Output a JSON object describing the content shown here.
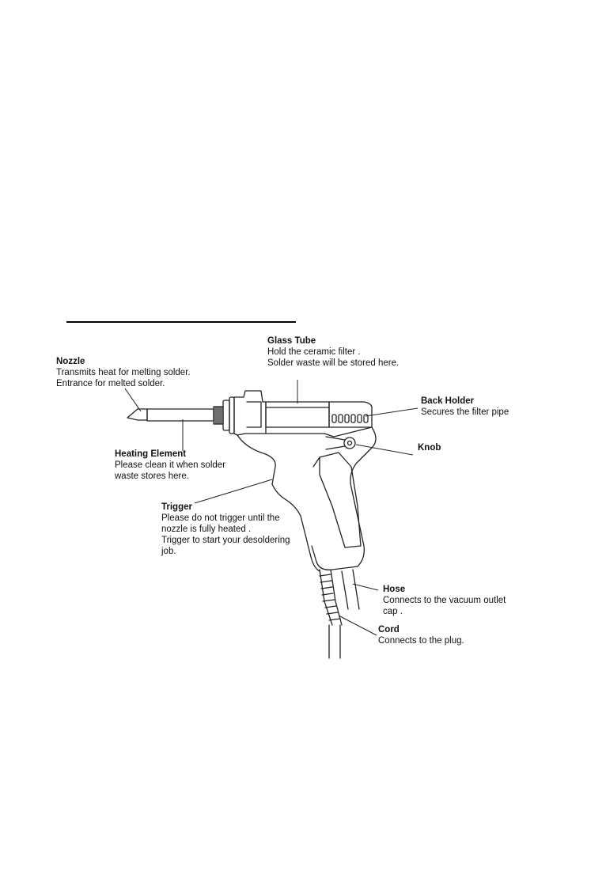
{
  "labels": {
    "glass_tube": {
      "title": "Glass Tube",
      "lines": [
        "Hold the ceramic filter .",
        "Solder waste will be stored here."
      ]
    },
    "nozzle": {
      "title": "Nozzle",
      "lines": [
        "Transmits heat for melting solder.",
        "Entrance for melted solder."
      ]
    },
    "back_holder": {
      "title": "Back Holder",
      "lines": [
        "Secures the filter pipe"
      ]
    },
    "knob": {
      "title": "Knob",
      "lines": []
    },
    "heating_element": {
      "title": "Heating Element",
      "lines": [
        "Please clean it when solder",
        "waste stores here."
      ]
    },
    "trigger": {
      "title": "Trigger",
      "lines": [
        "Please do not trigger until the",
        "nozzle is fully heated .",
        "Trigger to start your desoldering",
        "job."
      ]
    },
    "hose": {
      "title": "Hose",
      "lines": [
        "Connects to the vacuum outlet",
        "cap ."
      ]
    },
    "cord": {
      "title": "Cord",
      "lines": [
        "Connects to the plug."
      ]
    }
  }
}
